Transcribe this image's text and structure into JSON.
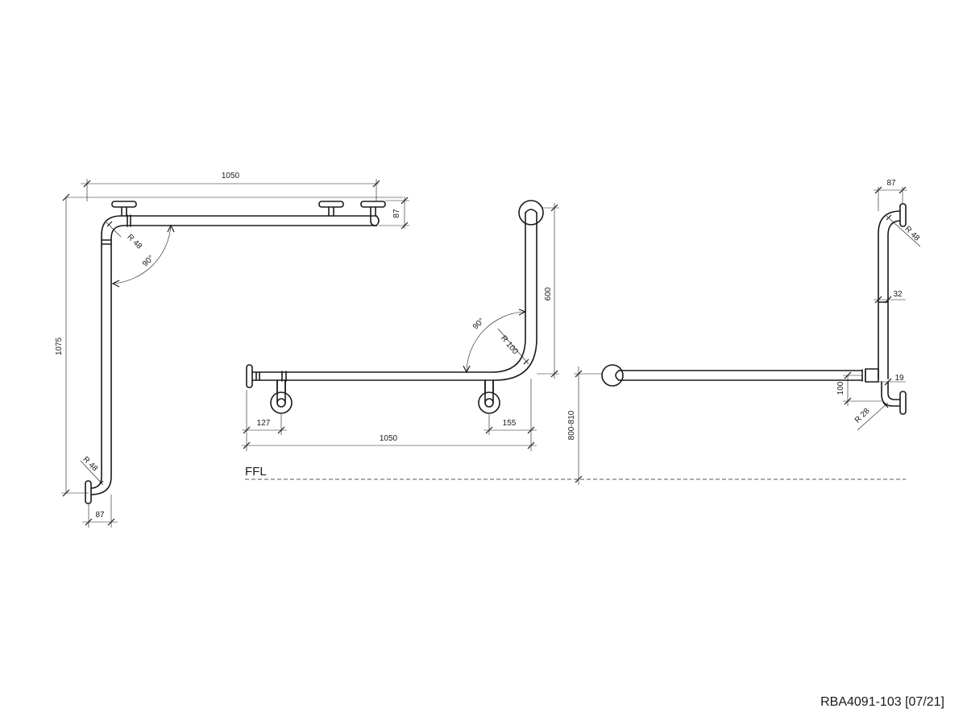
{
  "drawing": {
    "left_view": {
      "width_dim": "1050",
      "height_dim": "1075",
      "flange_depth_top": "87",
      "flange_depth_bottom": "87",
      "bend_radius_top": "R 48",
      "bend_radius_bottom": "R 48",
      "angle": "90°"
    },
    "front_view": {
      "vertical_dim": "600",
      "angle": "90°",
      "bend_radius": "R 100",
      "left_offset": "127",
      "right_offset": "155",
      "length_dim": "1050",
      "mount_height": "800-810"
    },
    "side_view": {
      "flange_depth": "87",
      "bend_radius_top": "R 48",
      "tube_dim": "32",
      "offset_dim": "19",
      "bracket_dim": "100",
      "bend_radius_bottom": "R 28"
    },
    "floor_label": "FFL",
    "drawing_code": "RBA4091-103 [07/21]"
  }
}
